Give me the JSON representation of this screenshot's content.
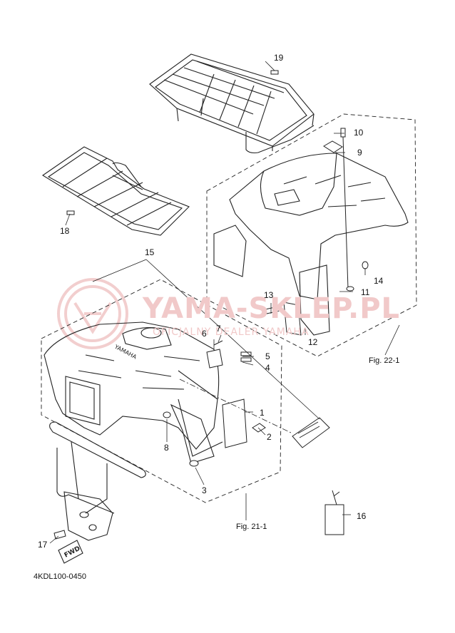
{
  "diagram": {
    "callouts": [
      "1",
      "2",
      "3",
      "4",
      "5",
      "6",
      "7",
      "8",
      "9",
      "10",
      "11",
      "12",
      "13",
      "14",
      "15",
      "16",
      "17",
      "18",
      "19"
    ],
    "fig_labels": {
      "fig22": "Fig. 22-1",
      "fig21": "Fig. 21-1"
    },
    "doc_code": "4KDL100-0450",
    "watermark": {
      "main": "YAMA-SKLEP.PL",
      "sub": "OFICJALNY DEALER YAMAHA"
    },
    "part_text": {
      "tank_logo": "YAMAHA",
      "fwd": "FWD"
    }
  },
  "colors": {
    "line": "#1a1a1a",
    "watermark": "#f1c9c9",
    "background": "#ffffff"
  }
}
